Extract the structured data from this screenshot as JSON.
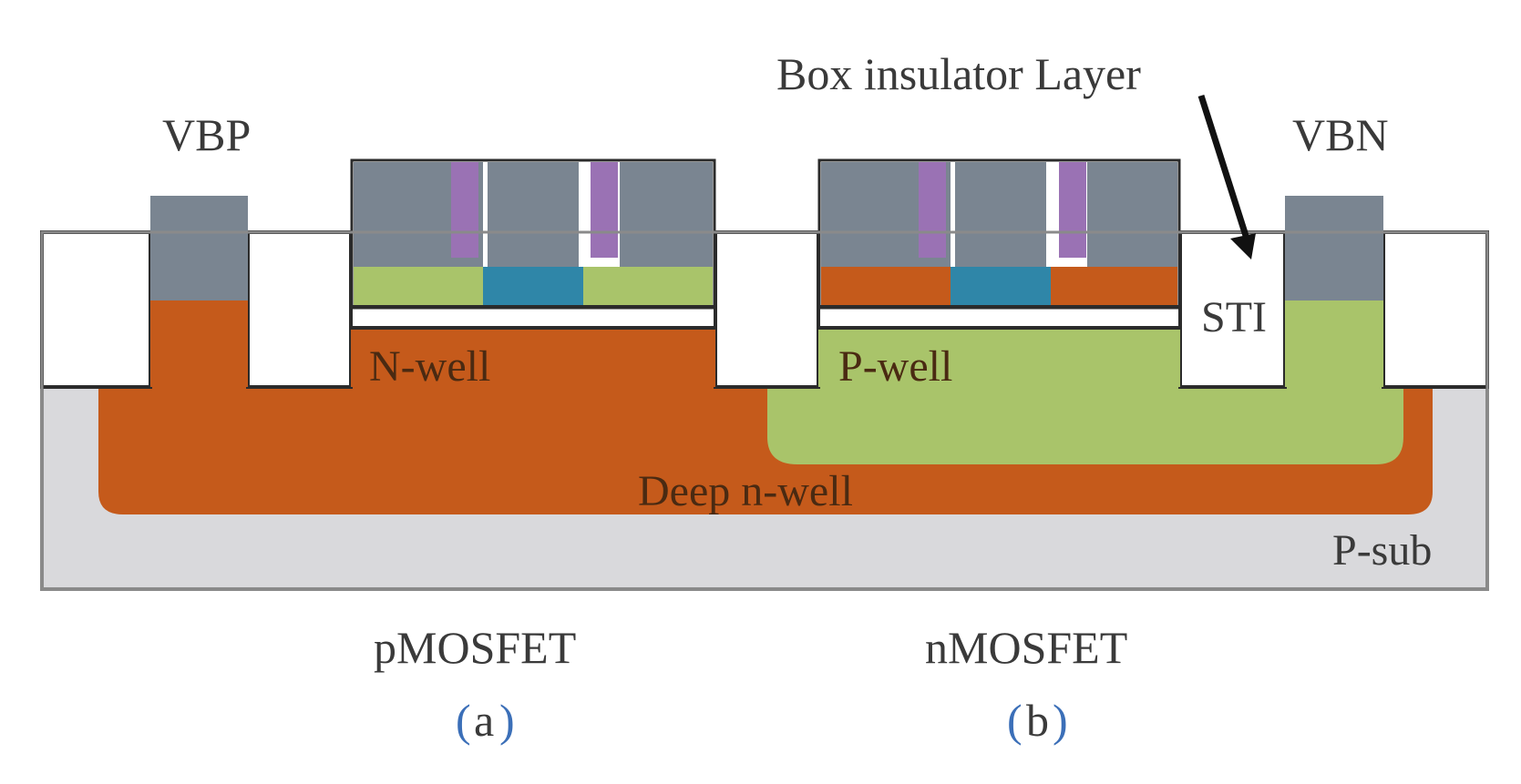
{
  "labels": {
    "vbp": "VBP",
    "vbn": "VBN",
    "box_insulator": "Box insulator Layer",
    "sti": "STI",
    "n_well": "N-well",
    "p_well": "P-well",
    "deep_n_well": "Deep n-well",
    "p_sub": "P-sub",
    "pmosfet": "pMOSFET",
    "nmosfet": "nMOSFET",
    "paren_a_open": "(",
    "paren_a_letter": "a",
    "paren_a_close": ")",
    "paren_b_open": "(",
    "paren_b_letter": "b",
    "paren_b_close": ")"
  },
  "colors": {
    "p_sub": "#d9d9dc",
    "deep_n_well": "#c55a1b",
    "p_well": "#a9c46a",
    "oxide": "#ffffff",
    "contact_gray": "#7a8591",
    "gate_purple": "#9a72b4",
    "channel_blue": "#2f86a8",
    "source_drain_green": "#a9c46a",
    "source_drain_orange": "#c55a1b",
    "outline": "#2b2b2b",
    "paren_blue": "#3b6fb8"
  },
  "icons": {
    "arrow": "arrow-icon"
  }
}
